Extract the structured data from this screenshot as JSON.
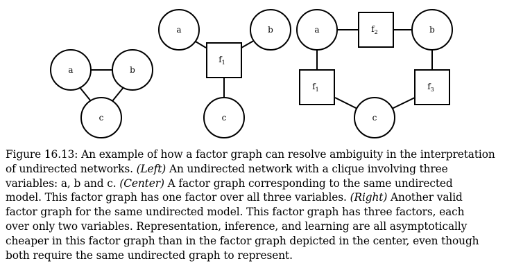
{
  "diagram": {
    "left": {
      "nodes": [
        "a",
        "b",
        "c"
      ]
    },
    "center": {
      "variables": [
        "a",
        "b",
        "c"
      ],
      "factor": {
        "base": "f",
        "sub": "1"
      }
    },
    "right": {
      "variables": [
        "a",
        "b",
        "c"
      ],
      "factors": [
        {
          "base": "f",
          "sub": "2"
        },
        {
          "base": "f",
          "sub": "1"
        },
        {
          "base": "f",
          "sub": "3"
        }
      ]
    }
  },
  "caption": {
    "l1": "Figure 16.13: An example of how a factor graph can resolve ambiguity in the interpretation",
    "l2a": "of undirected networks.",
    "l2b": "(Left)",
    "l2c": "An undirected network with a clique involving three",
    "l3a": "variables: a, b and c.",
    "l3b": "(Center)",
    "l3c": "A factor graph corresponding to the same undirected",
    "l4a": "model. This factor graph has one factor over all three variables.",
    "l4b": "(Right)",
    "l4c": "Another valid",
    "l5": "factor graph for the same undirected model. This factor graph has three factors, each",
    "l6": "over only two variables. Representation, inference, and learning are all asymptotically",
    "l7": "cheaper in this factor graph than in the factor graph depicted in the center, even though",
    "l8": "both require the same undirected graph to represent."
  }
}
